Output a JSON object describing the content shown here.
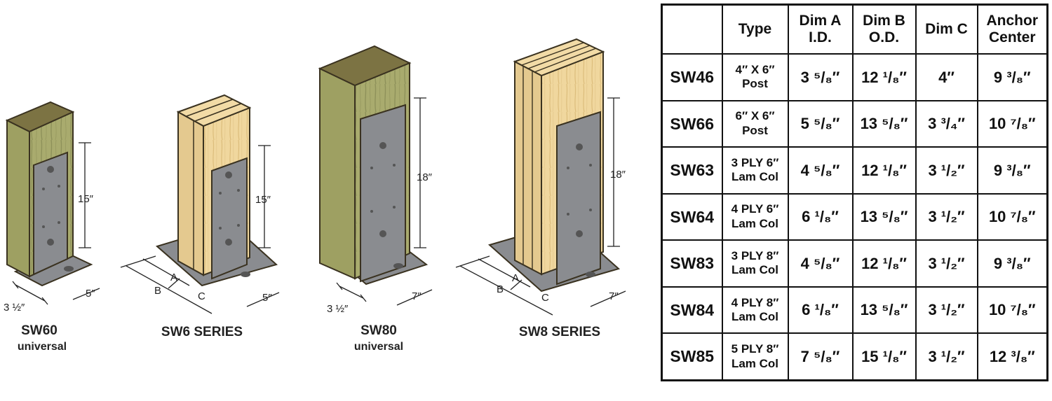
{
  "diagram": {
    "products": [
      {
        "name": "SW60",
        "subtitle": "universal",
        "height_label": "15″",
        "width_label": "3 ½″",
        "depth_label": "5″"
      },
      {
        "name": "SW6 SERIES",
        "height_label": "15″",
        "depth_label": "5″",
        "label_a": "A",
        "label_b": "B",
        "label_c": "C"
      },
      {
        "name": "SW80",
        "subtitle": "universal",
        "height_label": "18″",
        "width_label": "3 ½″",
        "depth_label": "7″"
      },
      {
        "name": "SW8 SERIES",
        "height_label": "18″",
        "depth_label": "7″",
        "label_a": "A",
        "label_b": "B",
        "label_c": "C"
      }
    ]
  },
  "table": {
    "headers": [
      {
        "l1": "",
        "l2": ""
      },
      {
        "l1": "Type",
        "l2": ""
      },
      {
        "l1": "Dim A",
        "l2": "I.D."
      },
      {
        "l1": "Dim B",
        "l2": "O.D."
      },
      {
        "l1": "Dim C",
        "l2": ""
      },
      {
        "l1": "Anchor",
        "l2": "Center"
      }
    ],
    "rows": [
      {
        "model": "SW46",
        "type1": "4″ X 6″",
        "type2": "Post",
        "dim_a": "3 ⁵/₈″",
        "dim_b": "12 ¹/₈″",
        "dim_c": "4″",
        "anchor": "9 ³/₈″"
      },
      {
        "model": "SW66",
        "type1": "6″ X 6″",
        "type2": "Post",
        "dim_a": "5 ⁵/₈″",
        "dim_b": "13 ⁵/₈″",
        "dim_c": "3 ³/₄″",
        "anchor": "10 ⁷/₈″"
      },
      {
        "model": "SW63",
        "type1": "3 PLY 6″",
        "type2": "Lam Col",
        "dim_a": "4 ⁵/₈″",
        "dim_b": "12 ¹/₈″",
        "dim_c": "3 ¹/₂″",
        "anchor": "9 ³/₈″"
      },
      {
        "model": "SW64",
        "type1": "4 PLY 6″",
        "type2": "Lam Col",
        "dim_a": "6 ¹/₈″",
        "dim_b": "13 ⁵/₈″",
        "dim_c": "3 ¹/₂″",
        "anchor": "10 ⁷/₈″"
      },
      {
        "model": "SW83",
        "type1": "3 PLY 8″",
        "type2": "Lam Col",
        "dim_a": "4 ⁵/₈″",
        "dim_b": "12 ¹/₈″",
        "dim_c": "3 ¹/₂″",
        "anchor": "9 ³/₈″"
      },
      {
        "model": "SW84",
        "type1": "4 PLY 8″",
        "type2": "Lam Col",
        "dim_a": "6 ¹/₈″",
        "dim_b": "13 ⁵/₈″",
        "dim_c": "3 ¹/₂″",
        "anchor": "10 ⁷/₈″"
      },
      {
        "model": "SW85",
        "type1": "5 PLY 8″",
        "type2": "Lam Col",
        "dim_a": "7 ⁵/₈″",
        "dim_b": "15 ¹/₈″",
        "dim_c": "3 ¹/₂″",
        "anchor": "12 ³/₈″"
      }
    ]
  },
  "colors": {
    "post_green": "#a6a86a",
    "post_pine": "#edd49a",
    "bracket_gray": "#8a8c90",
    "outline": "#3a3220"
  }
}
